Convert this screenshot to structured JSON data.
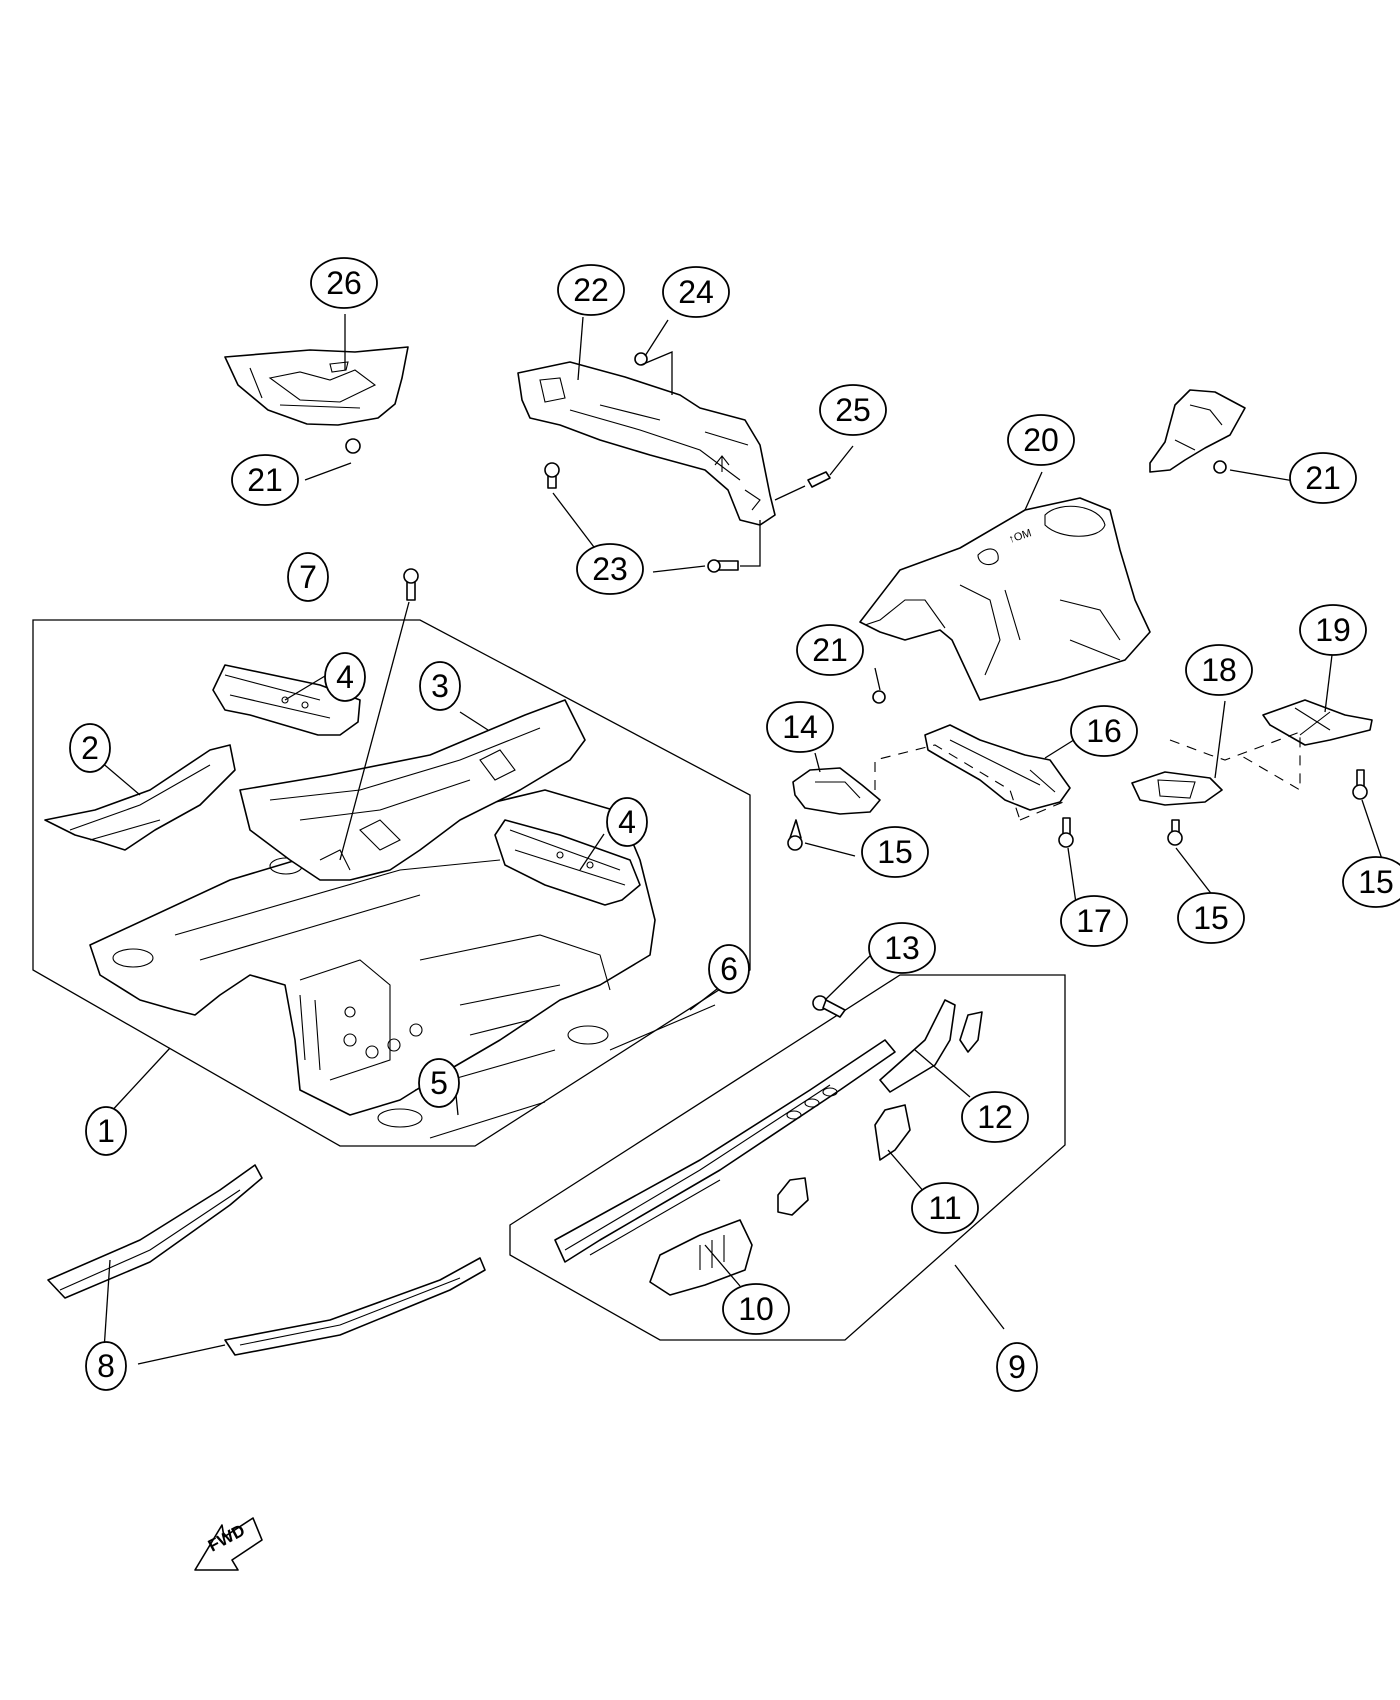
{
  "callouts": {
    "c1": "1",
    "c2": "2",
    "c3": "3",
    "c4a": "4",
    "c4b": "4",
    "c5": "5",
    "c6": "6",
    "c7": "7",
    "c8": "8",
    "c9": "9",
    "c10": "10",
    "c11": "11",
    "c12": "12",
    "c13": "13",
    "c14": "14",
    "c15a": "15",
    "c15b": "15",
    "c15c": "15",
    "c16": "16",
    "c17": "17",
    "c18": "18",
    "c19": "19",
    "c20": "20",
    "c21a": "21",
    "c21b": "21",
    "c21c": "21",
    "c22": "22",
    "c23": "23",
    "c24": "24",
    "c25": "25",
    "c26": "26"
  },
  "direction_arrow": {
    "label": "FWD"
  }
}
